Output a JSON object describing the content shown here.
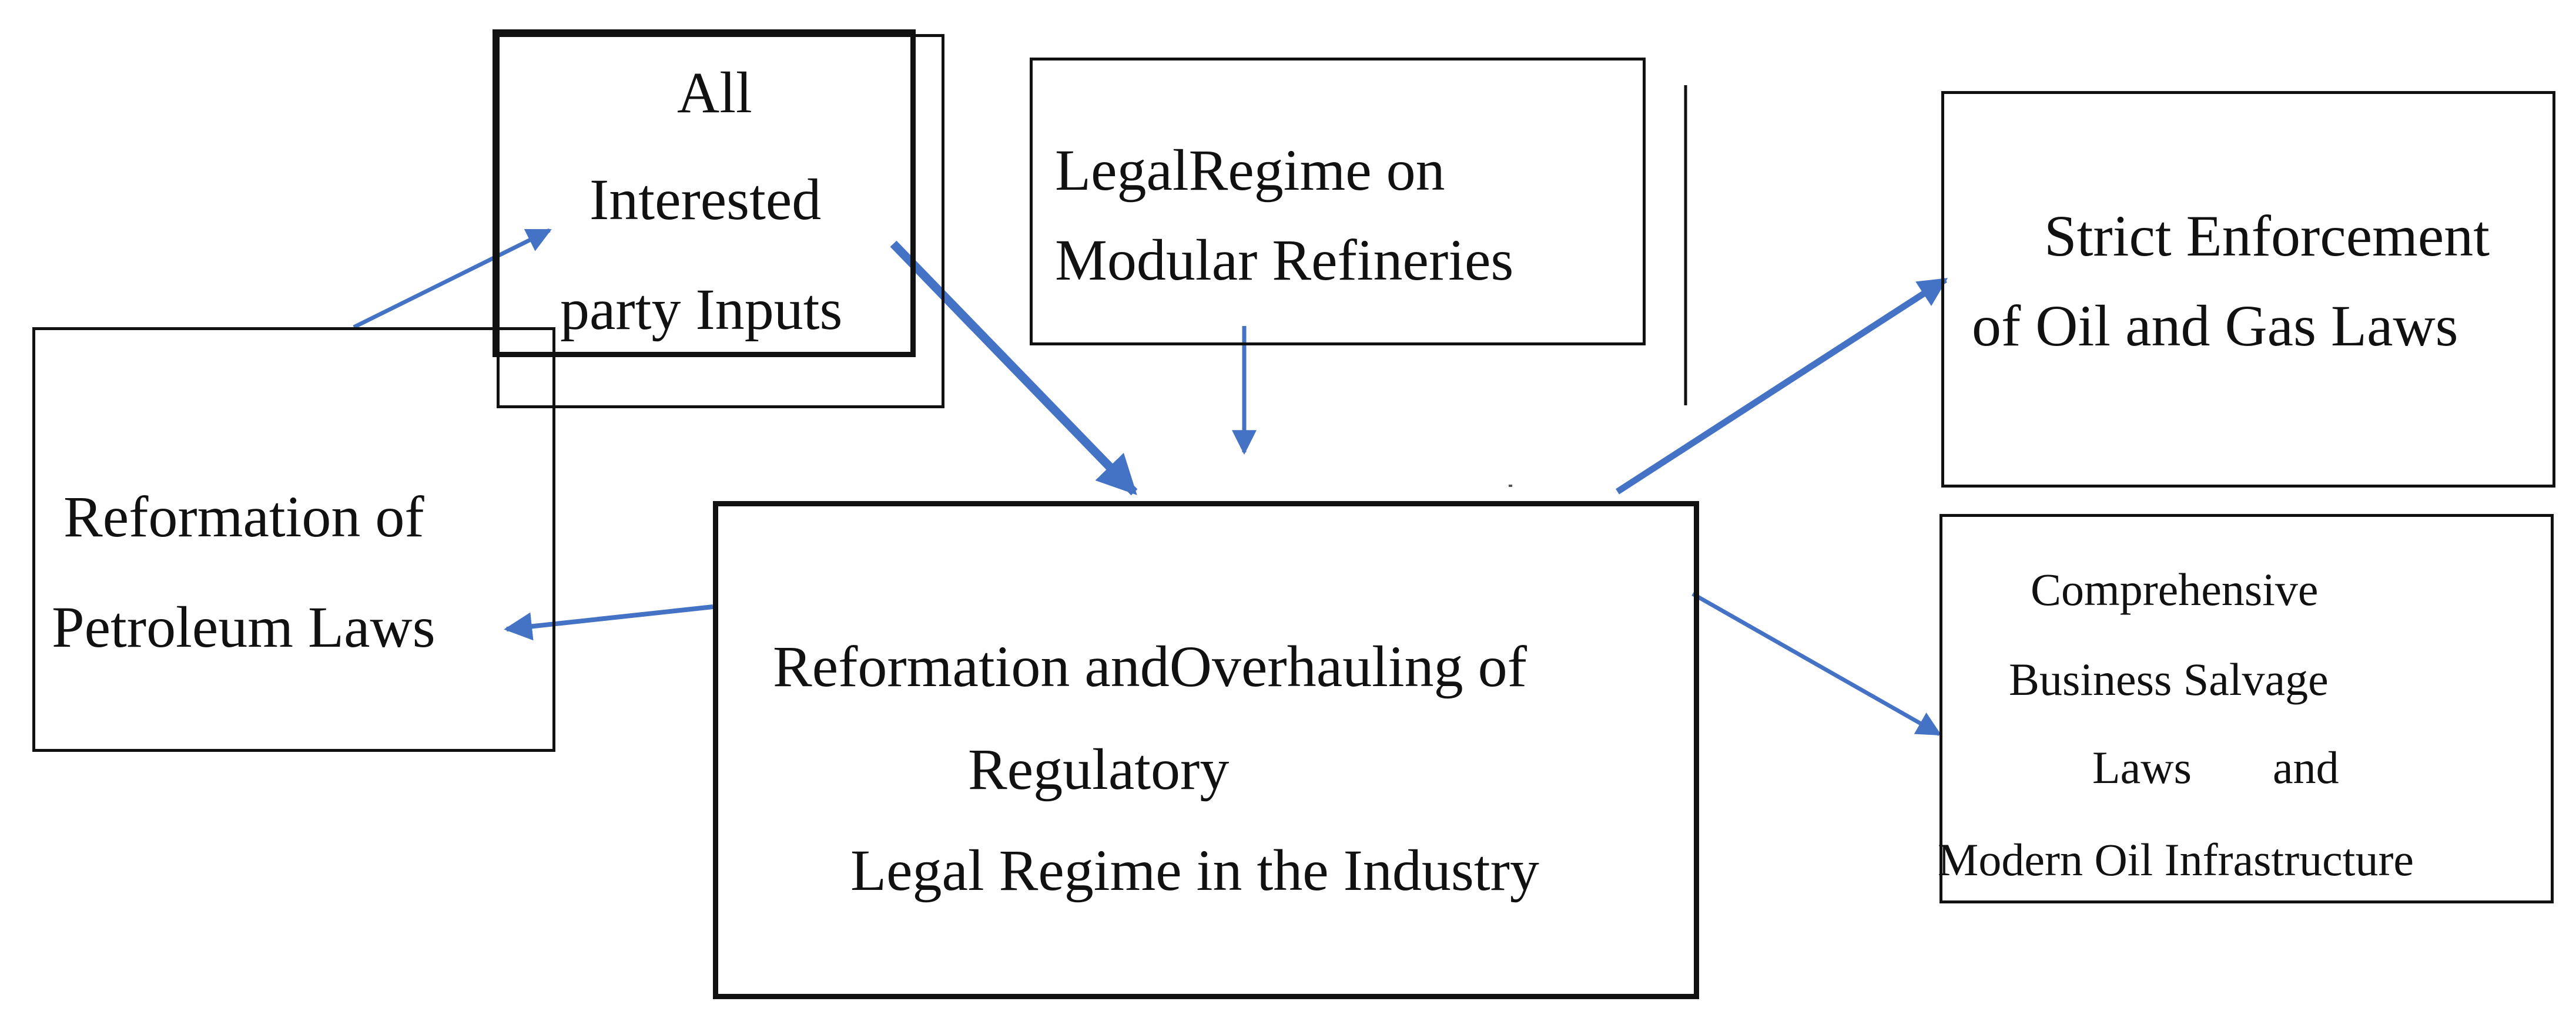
{
  "diagram": {
    "node_interested_party": {
      "line_1": "All",
      "line_2": "Interested",
      "line_3": "party Inputs"
    },
    "node_modular_refineries": {
      "line_1": "LegalRegime on",
      "line_2": "Modular Refineries"
    },
    "node_enforcement": {
      "line_1": "Strict Enforcement",
      "line_2": "of Oil and Gas Laws"
    },
    "node_petroleum_laws": {
      "line_1": "Reformation of",
      "line_2": "Petroleum Laws"
    },
    "node_central": {
      "line_1": "Reformation andOverhauling of",
      "line_2": "Regulatory",
      "line_3": "Legal Regime in the Industry"
    },
    "node_salvage": {
      "line_1": "Comprehensive",
      "line_2": "Business Salvage",
      "line_3": "Laws",
      "line_3b": "and",
      "line_4": "Modern Oil Infrastructure"
    },
    "colors": {
      "arrow": "#4472c4",
      "box_border": "#111111",
      "text": "#111111",
      "background": "#ffffff"
    }
  }
}
